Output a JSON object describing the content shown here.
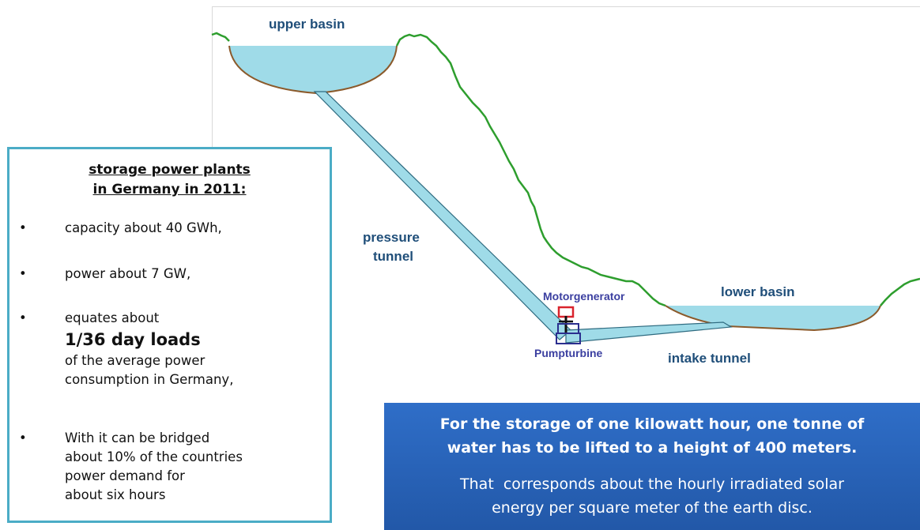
{
  "diagram": {
    "upper_basin_label": "upper basin",
    "lower_basin_label": "lower basin",
    "pressure_tunnel_label": [
      "pressure",
      "tunnel"
    ],
    "intake_tunnel_label": "intake tunnel",
    "motorgenerator_label": "Motorgenerator",
    "pumpturbine_label": "Pumpturbine",
    "colors": {
      "water": "#9fdbe8",
      "terrain_line": "#2e9e2e",
      "basin_rim": "#8b5a2b",
      "tunnel_outline": "#2f6b80",
      "generator_red": "#d9232d",
      "turbine_blue": "#2b2f8f"
    }
  },
  "info": {
    "title_line1": "storage power plants",
    "title_line2": "in Germany in 2011:",
    "bullet_symbol": "•",
    "item1": "capacity about 40 GWh,",
    "item2": "power about 7 GW,",
    "item3_line1": "equates about",
    "item3_emph": "1/36 day loads",
    "item3_line3": "of the average power",
    "item3_line4": "consumption in Germany,",
    "item4_line1": "With it can be bridged",
    "item4_line2": "about 10% of the countries",
    "item4_line3": "power demand for",
    "item4_line4": "about six hours"
  },
  "highlight": {
    "bold_line1": "For the storage of one kilowatt hour, one tonne of",
    "bold_line2": "water has to be lifted to a height of 400 meters.",
    "plain_line1": "That  corresponds about the hourly irradiated solar",
    "plain_line2": "energy per square meter of the earth disc."
  }
}
